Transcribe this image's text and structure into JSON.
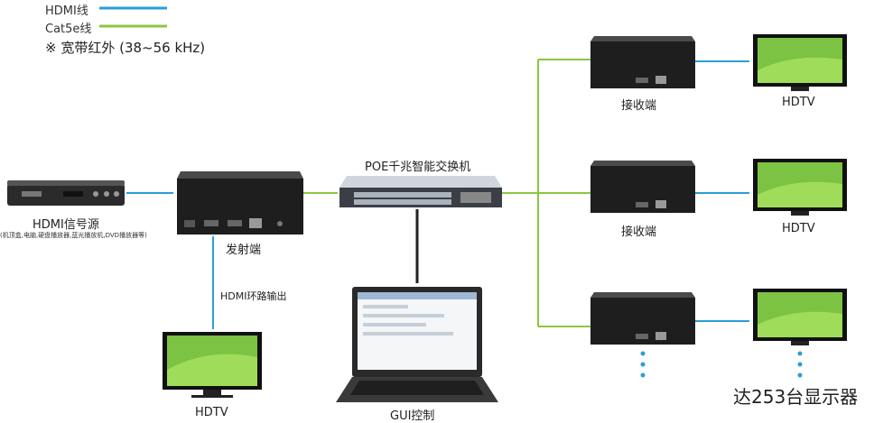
{
  "legend": {
    "hdmi_line": "HDMI线",
    "cat5e_line": "Cat5e线",
    "ir_note": "※ 宽带红外 (38~56 kHz)"
  },
  "nodes": {
    "source": "HDMI信号源",
    "source_sub": "(机顶盒,电脑,硬盘播放器,蓝光播放机,DVD播放器等)",
    "transmitter": "发射端",
    "switch": "POE千兆智能交换机",
    "loop_out": "HDMI环路输出",
    "loop_tv": "HDTV",
    "gui": "GUI控制",
    "receiver_1": "接收端",
    "receiver_2": "接收端",
    "tv_1": "HDTV",
    "tv_2": "HDTV",
    "max_displays": "达253台显示器"
  },
  "colors": {
    "hdmi": "#2a9fd6",
    "cat5e": "#8cc63f",
    "gui_link": "#222222"
  }
}
